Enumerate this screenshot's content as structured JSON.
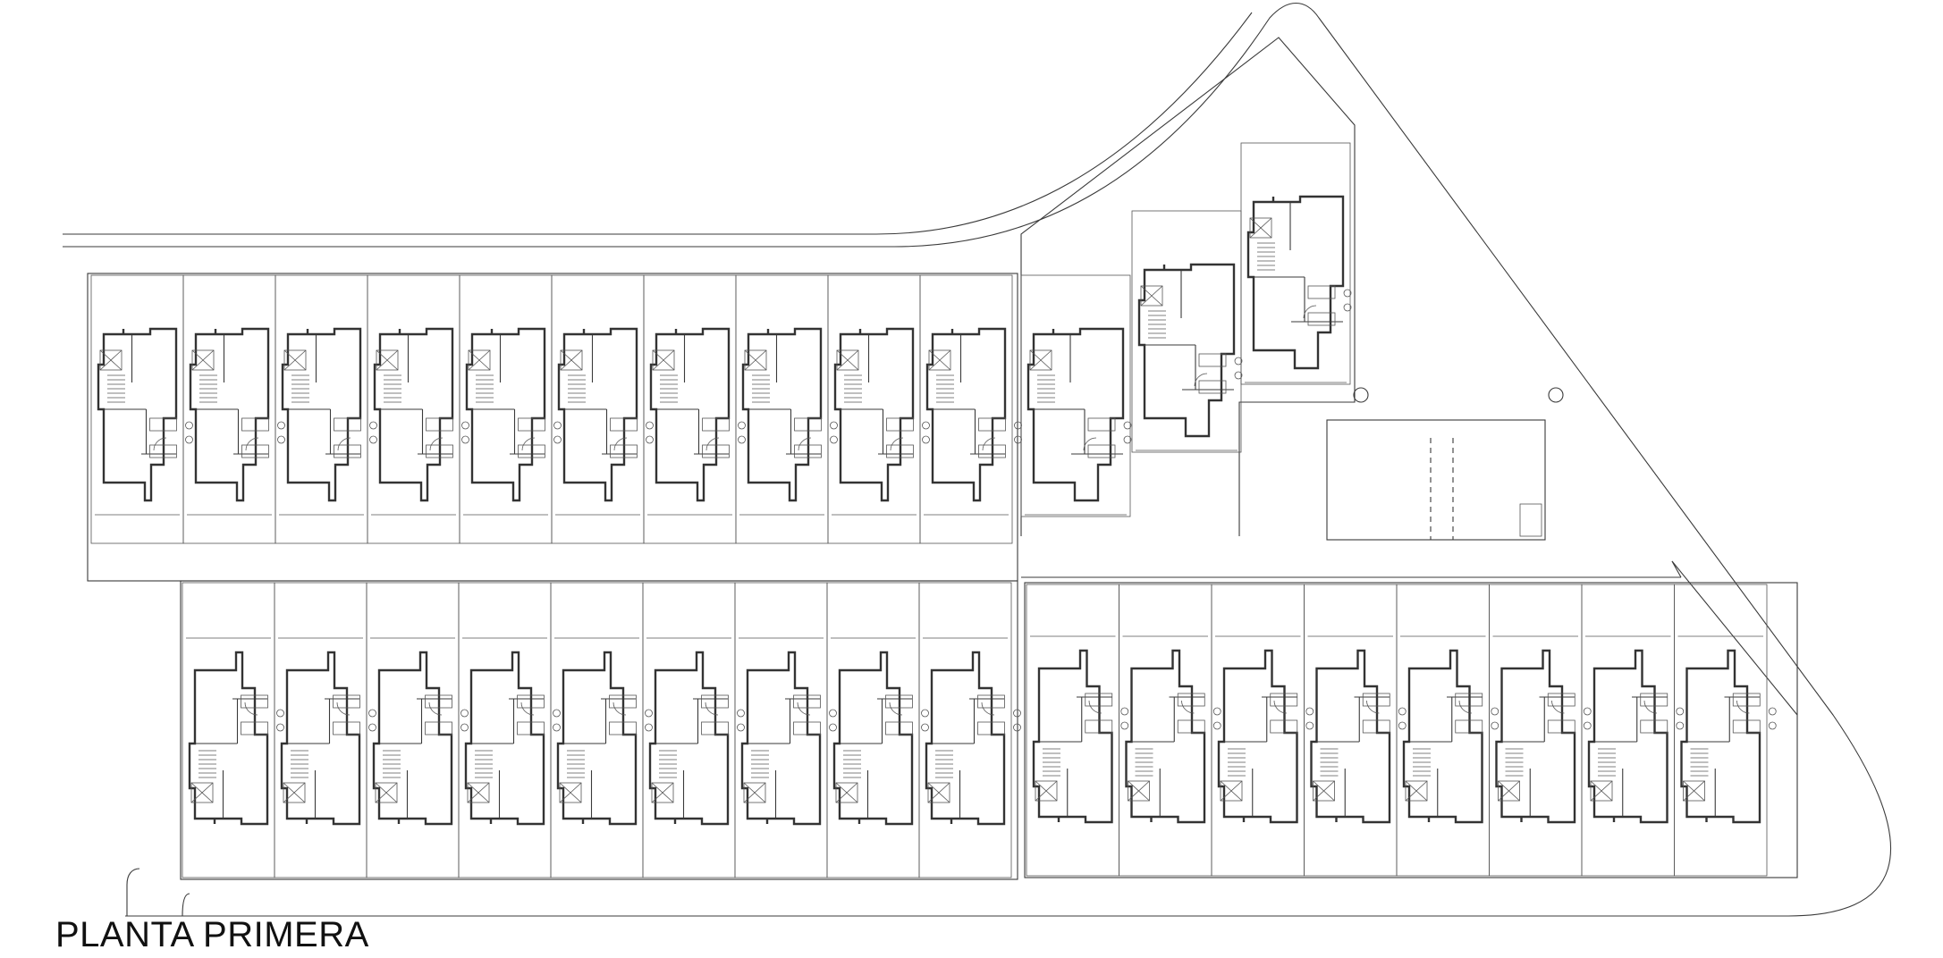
{
  "drawing": {
    "title": "PLANTA PRIMERA"
  },
  "unit_rows": {
    "north_row_units": 10,
    "south_west_row_units": 9,
    "south_east_row_units": 8,
    "diagonal_block_units": 3
  }
}
